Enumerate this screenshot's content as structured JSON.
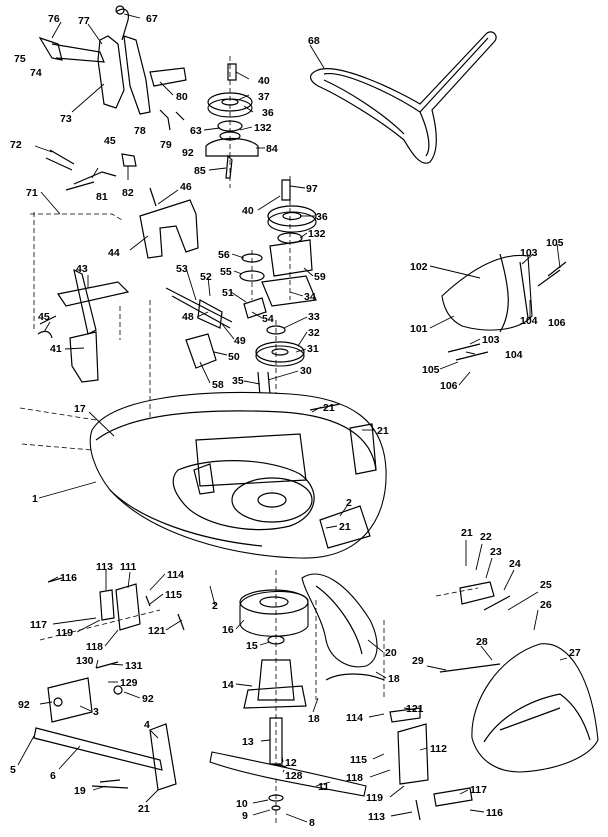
{
  "callouts": [
    {
      "text": "76"
    },
    {
      "text": "77"
    },
    {
      "text": "67"
    },
    {
      "text": "75"
    },
    {
      "text": "74"
    },
    {
      "text": "73"
    },
    {
      "text": "80"
    },
    {
      "text": "78"
    },
    {
      "text": "79"
    },
    {
      "text": "92"
    },
    {
      "text": "72"
    },
    {
      "text": "45"
    },
    {
      "text": "81"
    },
    {
      "text": "82"
    },
    {
      "text": "71"
    },
    {
      "text": "46"
    },
    {
      "text": "44"
    },
    {
      "text": "43"
    },
    {
      "text": "45"
    },
    {
      "text": "41"
    },
    {
      "text": "40"
    },
    {
      "text": "37"
    },
    {
      "text": "36"
    },
    {
      "text": "63"
    },
    {
      "text": "132"
    },
    {
      "text": "84"
    },
    {
      "text": "85"
    },
    {
      "text": "97"
    },
    {
      "text": "40"
    },
    {
      "text": "36"
    },
    {
      "text": "132"
    },
    {
      "text": "56"
    },
    {
      "text": "55"
    },
    {
      "text": "59"
    },
    {
      "text": "53"
    },
    {
      "text": "52"
    },
    {
      "text": "51"
    },
    {
      "text": "34"
    },
    {
      "text": "48"
    },
    {
      "text": "54"
    },
    {
      "text": "33"
    },
    {
      "text": "49"
    },
    {
      "text": "32"
    },
    {
      "text": "50"
    },
    {
      "text": "31"
    },
    {
      "text": "58"
    },
    {
      "text": "35"
    },
    {
      "text": "30"
    },
    {
      "text": "68"
    },
    {
      "text": "102"
    },
    {
      "text": "103"
    },
    {
      "text": "105"
    },
    {
      "text": "101"
    },
    {
      "text": "104"
    },
    {
      "text": "106"
    },
    {
      "text": "103"
    },
    {
      "text": "104"
    },
    {
      "text": "105"
    },
    {
      "text": "106"
    },
    {
      "text": "17"
    },
    {
      "text": "21"
    },
    {
      "text": "21"
    },
    {
      "text": "1"
    },
    {
      "text": "2"
    },
    {
      "text": "21"
    },
    {
      "text": "116"
    },
    {
      "text": "113"
    },
    {
      "text": "111"
    },
    {
      "text": "114"
    },
    {
      "text": "115"
    },
    {
      "text": "117"
    },
    {
      "text": "119"
    },
    {
      "text": "118"
    },
    {
      "text": "121"
    },
    {
      "text": "2"
    },
    {
      "text": "16"
    },
    {
      "text": "15"
    },
    {
      "text": "14"
    },
    {
      "text": "20"
    },
    {
      "text": "18"
    },
    {
      "text": "18"
    },
    {
      "text": "130"
    },
    {
      "text": "131"
    },
    {
      "text": "129"
    },
    {
      "text": "92"
    },
    {
      "text": "92"
    },
    {
      "text": "3"
    },
    {
      "text": "4"
    },
    {
      "text": "5"
    },
    {
      "text": "6"
    },
    {
      "text": "19"
    },
    {
      "text": "21"
    },
    {
      "text": "13"
    },
    {
      "text": "12"
    },
    {
      "text": "128"
    },
    {
      "text": "11"
    },
    {
      "text": "10"
    },
    {
      "text": "9"
    },
    {
      "text": "8"
    },
    {
      "text": "21"
    },
    {
      "text": "22"
    },
    {
      "text": "23"
    },
    {
      "text": "24"
    },
    {
      "text": "25"
    },
    {
      "text": "26"
    },
    {
      "text": "28"
    },
    {
      "text": "27"
    },
    {
      "text": "29"
    },
    {
      "text": "114"
    },
    {
      "text": "121"
    },
    {
      "text": "112"
    },
    {
      "text": "115"
    },
    {
      "text": "118"
    },
    {
      "text": "119"
    },
    {
      "text": "113"
    },
    {
      "text": "117"
    },
    {
      "text": "116"
    }
  ]
}
